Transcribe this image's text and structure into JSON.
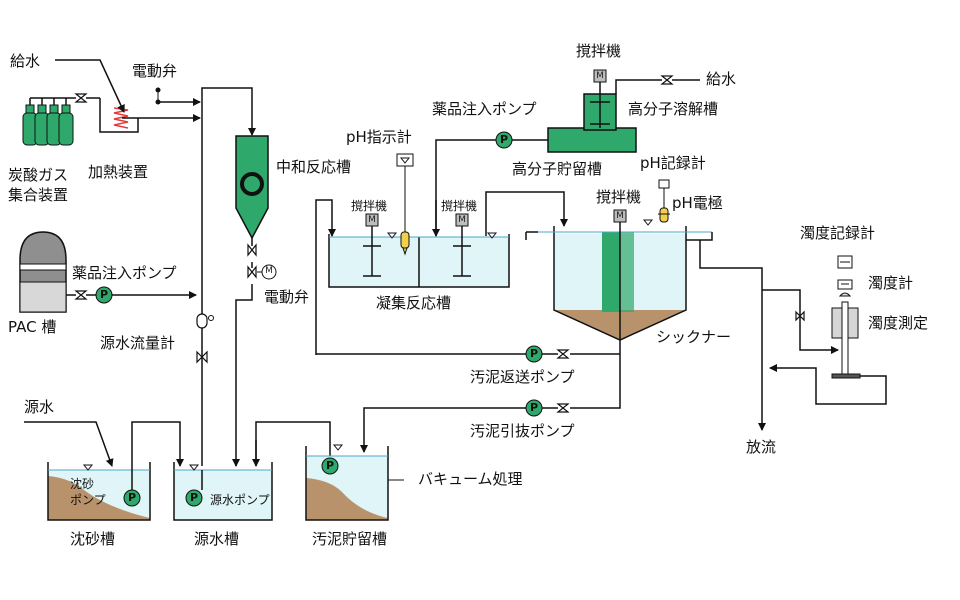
{
  "labels": {
    "feed_water_left": "給水",
    "motor_valve_top": "電動弁",
    "heating_device": "加熱装置",
    "co2_line1": "炭酸ガス",
    "co2_line2": "集合装置",
    "pac_chem_pump": "薬品注入ポンプ",
    "pac_tank": "PAC 槽",
    "raw_flow_meter": "源水流量計",
    "neutralization_tank": "中和反応槽",
    "motor_valve_mid": "電動弁",
    "agitator_top": "撹拌機",
    "feed_water_right": "給水",
    "polymer_dissolve_tank": "高分子溶解槽",
    "polymer_chem_pump": "薬品注入ポンプ",
    "polymer_storage_tank": "高分子貯留槽",
    "ph_indicator": "pH指示計",
    "agitator_left": "撹拌機",
    "agitator_mid": "撹拌機",
    "coagulation_tank": "凝集反応槽",
    "agitator_thickener": "撹拌機",
    "ph_recorder": "pH記録計",
    "ph_electrode": "pH電極",
    "thickener": "シックナー",
    "turbidity_recorder": "濁度記録計",
    "turbidimeter": "濁度計",
    "turbidity_measure": "濁度測定",
    "sludge_return_pump": "汚泥返送ポンプ",
    "sludge_withdraw_pump": "汚泥引抜ポンプ",
    "discharge": "放流",
    "raw_water": "源水",
    "sand_pump_line1": "沈砂",
    "sand_pump_line2": "ポンプ",
    "raw_water_pump": "源水ポンプ",
    "vacuum_treatment": "バキューム処理",
    "sand_tank": "沈砂槽",
    "raw_water_tank": "源水槽",
    "sludge_storage_tank": "汚泥貯留槽"
  },
  "symbols": {
    "pump_letter": "P",
    "motor_letter": "M",
    "motor_circle_letter": "M"
  },
  "colors": {
    "green": "#2fa86b",
    "dark_green": "#1e7a4c",
    "water": "#dff5f8",
    "sludge": "#b8926a",
    "line": "#111111",
    "gray": "#9a9a9a",
    "yellow": "#f2d04a",
    "heater_red": "#e23b3b"
  }
}
